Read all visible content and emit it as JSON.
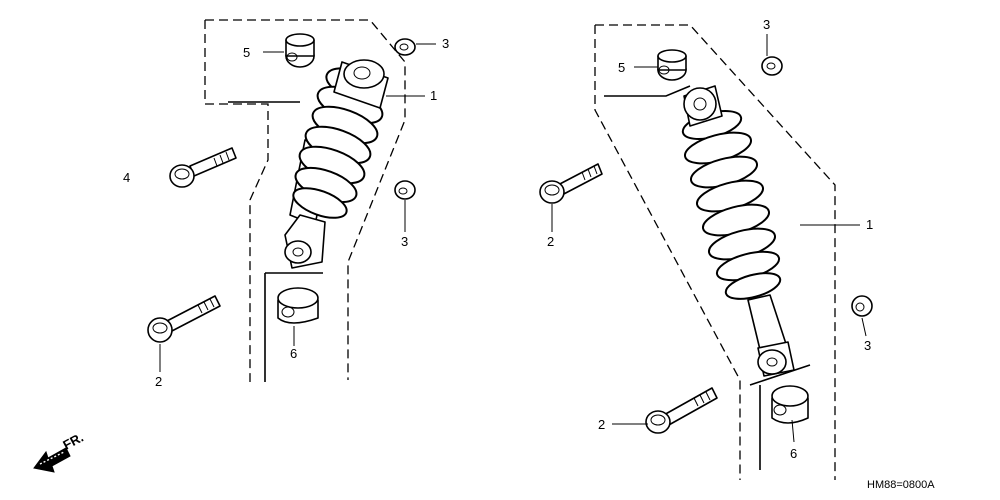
{
  "diagram": {
    "callouts_left": [
      "5",
      "3",
      "1",
      "4",
      "3",
      "6",
      "2"
    ],
    "callouts_right": [
      "3",
      "5",
      "2",
      "1",
      "3",
      "2",
      "6"
    ],
    "direction_label": "FR.",
    "drawing_code": "HM88=0800A"
  }
}
